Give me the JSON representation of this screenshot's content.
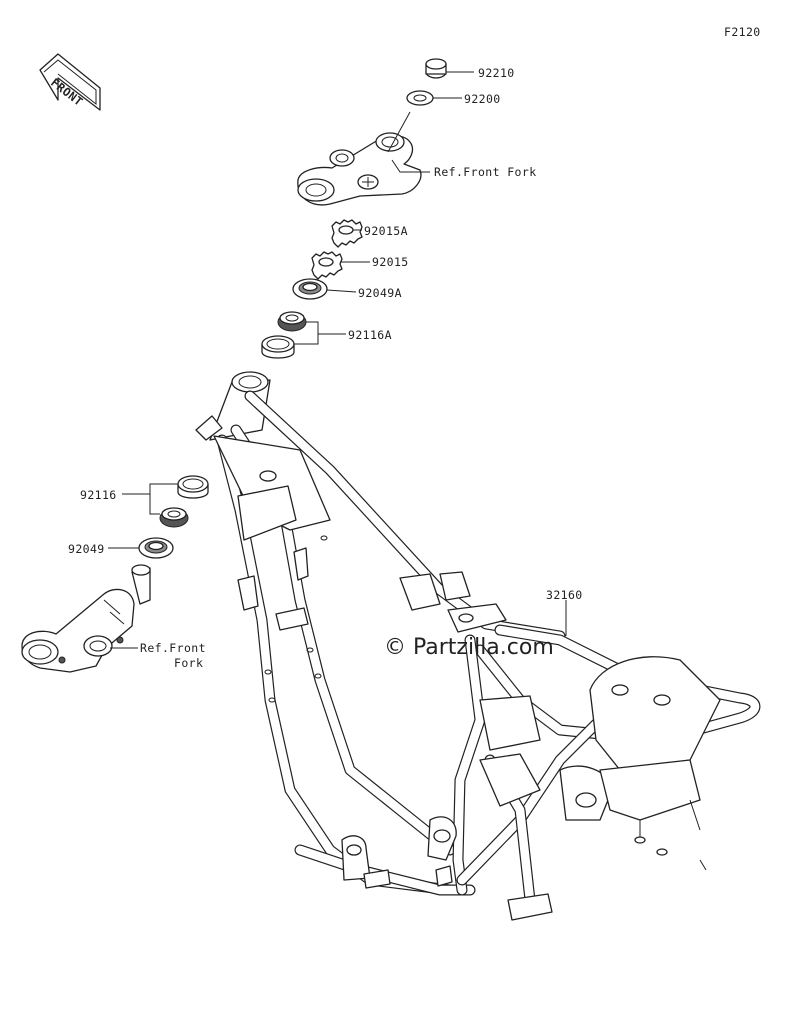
{
  "diagram_code": "F2120",
  "front_badge": "FRONT",
  "watermark": "© Partzilla.com",
  "labels": {
    "p92210": "92210",
    "p92200": "92200",
    "ref_front_fork_top": "Ref.Front Fork",
    "p92015A": "92015A",
    "p92015": "92015",
    "p92049A": "92049A",
    "p92116A": "92116A",
    "p32160": "32160",
    "p92116": "92116",
    "p92049": "92049",
    "ref_front_fork_bottom_1": "Ref.Front",
    "ref_front_fork_bottom_2": "Fork"
  },
  "icons": {
    "front": "front-arrow-icon",
    "copyright": "copyright-icon"
  }
}
